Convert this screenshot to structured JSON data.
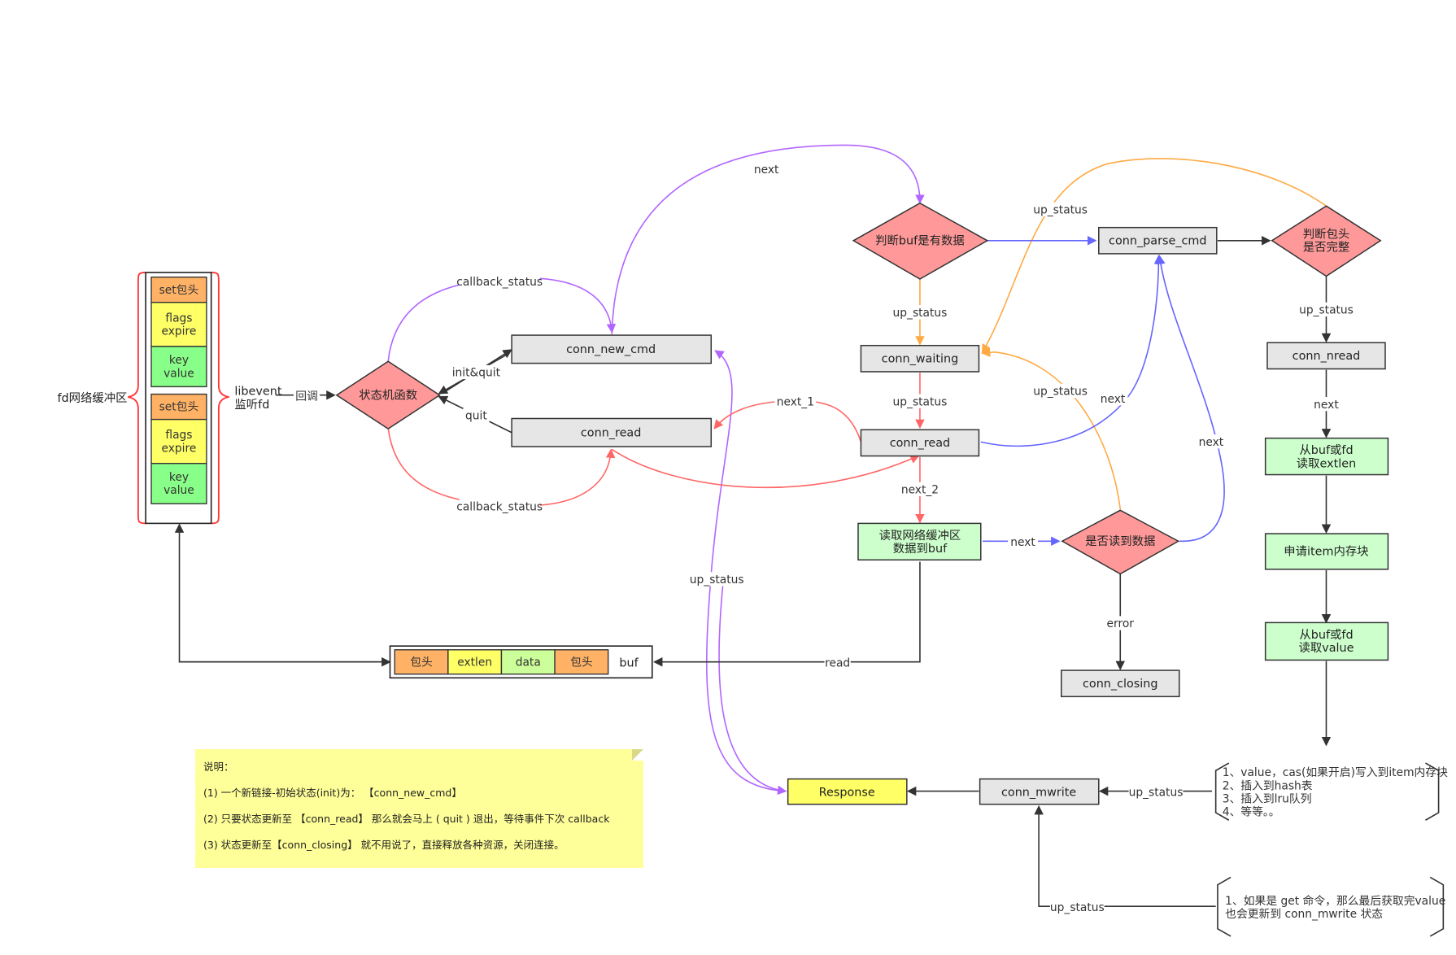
{
  "fd_buffer": {
    "label": "fd网络缓冲区",
    "segments": [
      {
        "text": "set包头",
        "color": "#ffb266"
      },
      {
        "text": "flags\nexpire",
        "color": "#ffff66"
      },
      {
        "text": "key\nvalue",
        "color": "#88ff88"
      },
      {
        "text": "set包头",
        "color": "#ffb266"
      },
      {
        "text": "flags\nexpire",
        "color": "#ffff66"
      },
      {
        "text": "key\nvalue",
        "color": "#88ff88"
      }
    ],
    "listen_label": "libevent\n监听fd",
    "callback_label": "回调"
  },
  "nodes": {
    "state_machine": "状态机函数",
    "conn_new_cmd": "conn_new_cmd",
    "conn_read_left": "conn_read",
    "judge_buf": "判断buf是有数据",
    "conn_parse_cmd": "conn_parse_cmd",
    "judge_header": "判断包头\n是否完整",
    "conn_waiting": "conn_waiting",
    "conn_read": "conn_read",
    "read_net_buf": "读取网络缓冲区\n数据到buf",
    "got_data": "是否读到数据",
    "conn_closing": "conn_closing",
    "conn_nread": "conn_nread",
    "read_extlen": "从buf或fd\n读取extlen",
    "alloc_item": "申请item内存块",
    "read_value": "从buf或fd\n读取value",
    "response": "Response",
    "conn_mwrite": "conn_mwrite"
  },
  "buf": {
    "label": "buf",
    "segments": [
      {
        "text": "包头",
        "color": "#ffb266"
      },
      {
        "text": "extlen",
        "color": "#ffff66"
      },
      {
        "text": "data",
        "color": "#ccff99"
      },
      {
        "text": "包头",
        "color": "#ffb266"
      }
    ]
  },
  "edges": {
    "next": "next",
    "callback_status": "callback_status",
    "init_quit": "init&quit",
    "quit": "quit",
    "up_status": "up_status",
    "next_1": "next_1",
    "next_2": "next_2",
    "read": "read",
    "error": "error"
  },
  "brace_notes": {
    "write_steps": [
      "1、value，cas(如果开启)写入到item内存块",
      "2、插入到hash表",
      "3、插入到lru队列",
      "4、等等。。"
    ],
    "get_note": [
      "1、如果是 get 命令，那么最后获取完value",
      "也会更新到 conn_mwrite 状态"
    ]
  },
  "note": {
    "title": "说明：",
    "lines": [
      "(1)  一个新链接-初始状态(init)为： 【conn_new_cmd】",
      "(2)  只要状态更新至 【conn_read】 那么就会马上 ( quit ) 退出，等待事件下次 callback",
      "(3)  状态更新至【conn_closing】 就不用说了，直接释放各种资源，关闭连接。"
    ]
  },
  "colors": {
    "purple": "#b266ff",
    "red": "#ff6666",
    "orange": "#ffaa44",
    "blue": "#6666ff",
    "dark": "#333333",
    "gray_fill": "#e6e6e6",
    "diamond_fill": "#ff9999",
    "green_fill": "#ccffcc",
    "yellow_fill": "#ffff66"
  }
}
